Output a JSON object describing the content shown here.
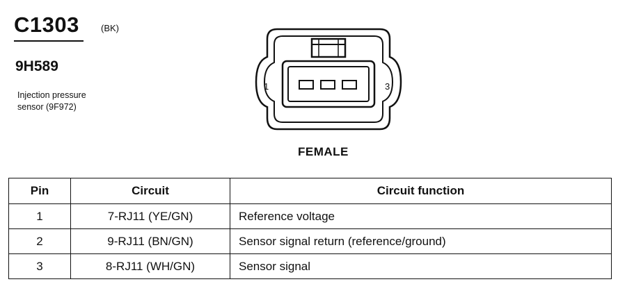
{
  "header": {
    "connector_id": "C1303",
    "connector_color": "(BK)",
    "part_number": "9H589",
    "description_line1": "Injection pressure",
    "description_line2": "sensor (9F972)"
  },
  "connector": {
    "pin_left": "1",
    "pin_right": "3",
    "gender": "FEMALE"
  },
  "table": {
    "headers": [
      "Pin",
      "Circuit",
      "Circuit function"
    ],
    "rows": [
      {
        "pin": "1",
        "circuit": "7-RJ11 (YE/GN)",
        "function": "Reference voltage"
      },
      {
        "pin": "2",
        "circuit": "9-RJ11 (BN/GN)",
        "function": "Sensor signal return (reference/ground)"
      },
      {
        "pin": "3",
        "circuit": "8-RJ11 (WH/GN)",
        "function": "Sensor signal"
      }
    ]
  }
}
